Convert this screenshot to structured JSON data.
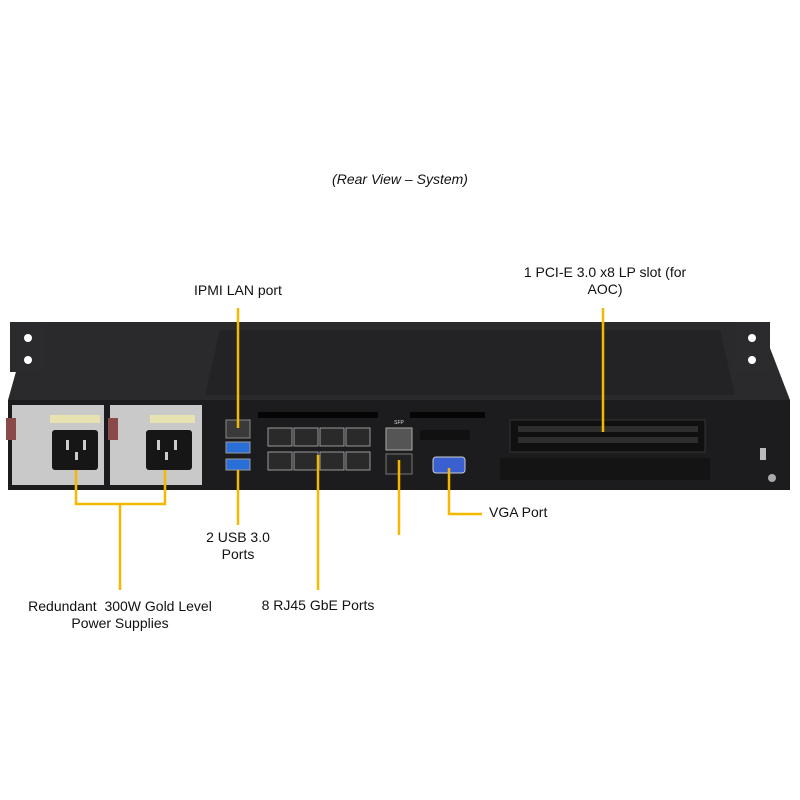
{
  "caption": "(Rear View – System)",
  "callouts": {
    "ipmi": "IPMI LAN port",
    "pcie_line1": "1 PCI-E 3.0 x8 LP slot (for",
    "pcie_line2": "AOC)",
    "vga": "VGA Port",
    "usb_line1": "2 USB 3.0",
    "usb_line2": "Ports",
    "rj45": "8 RJ45 GbE Ports",
    "psu_line1": "Redundant  300W Gold Level",
    "psu_line2": "Power Supplies"
  },
  "device_labels": {
    "sfp": "SFP"
  },
  "colors": {
    "callout_line": "#f5b800",
    "chassis": "#1c1c1e",
    "vga_port": "#3a5fd0",
    "usb_port": "#2a6fd8"
  }
}
